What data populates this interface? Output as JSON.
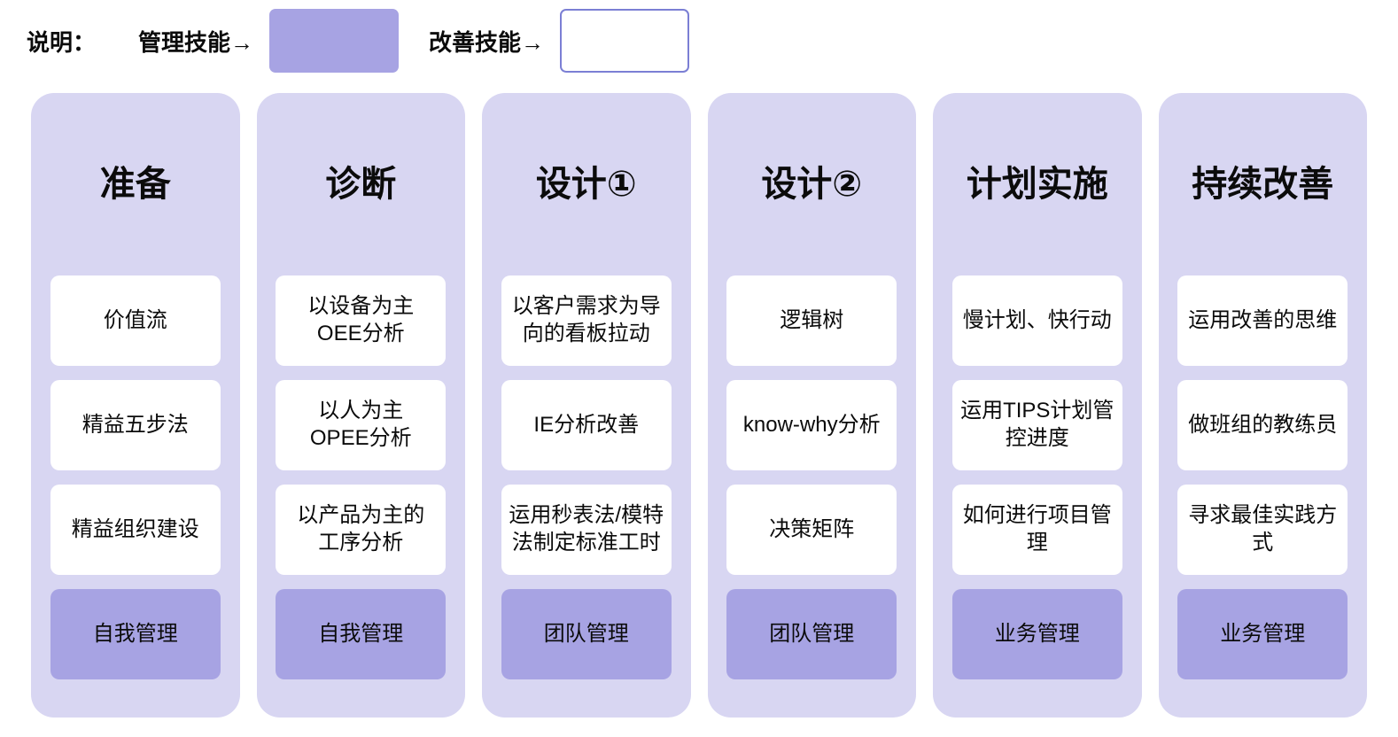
{
  "legend": {
    "prefix": "说明：",
    "management_label": "管理技能→",
    "improvement_label": "改善技能→"
  },
  "colors": {
    "column_bg": "#d8d6f2",
    "management_fill": "#a7a3e3",
    "improvement_border": "#7b7fd4",
    "card_bg": "#ffffff"
  },
  "columns": [
    {
      "title": "准备",
      "skills": [
        "价值流",
        "精益五步法",
        "精益组织建设"
      ],
      "management": "自我管理"
    },
    {
      "title": "诊断",
      "skills": [
        "以设备为主\nOEE分析",
        "以人为主\nOPEE分析",
        "以产品为主的\n工序分析"
      ],
      "management": "自我管理"
    },
    {
      "title": "设计①",
      "skills": [
        "以客户需求为导向的看板拉动",
        "IE分析改善",
        "运用秒表法/模特法制定标准工时"
      ],
      "management": "团队管理"
    },
    {
      "title": "设计②",
      "skills": [
        "逻辑树",
        "know-why分析",
        "决策矩阵"
      ],
      "management": "团队管理"
    },
    {
      "title": "计划实施",
      "skills": [
        "慢计划、快行动",
        "运用TIPS计划管控进度",
        "如何进行项目管理"
      ],
      "management": "业务管理"
    },
    {
      "title": "持续改善",
      "skills": [
        "运用改善的思维",
        "做班组的教练员",
        "寻求最佳实践方式"
      ],
      "management": "业务管理"
    }
  ]
}
